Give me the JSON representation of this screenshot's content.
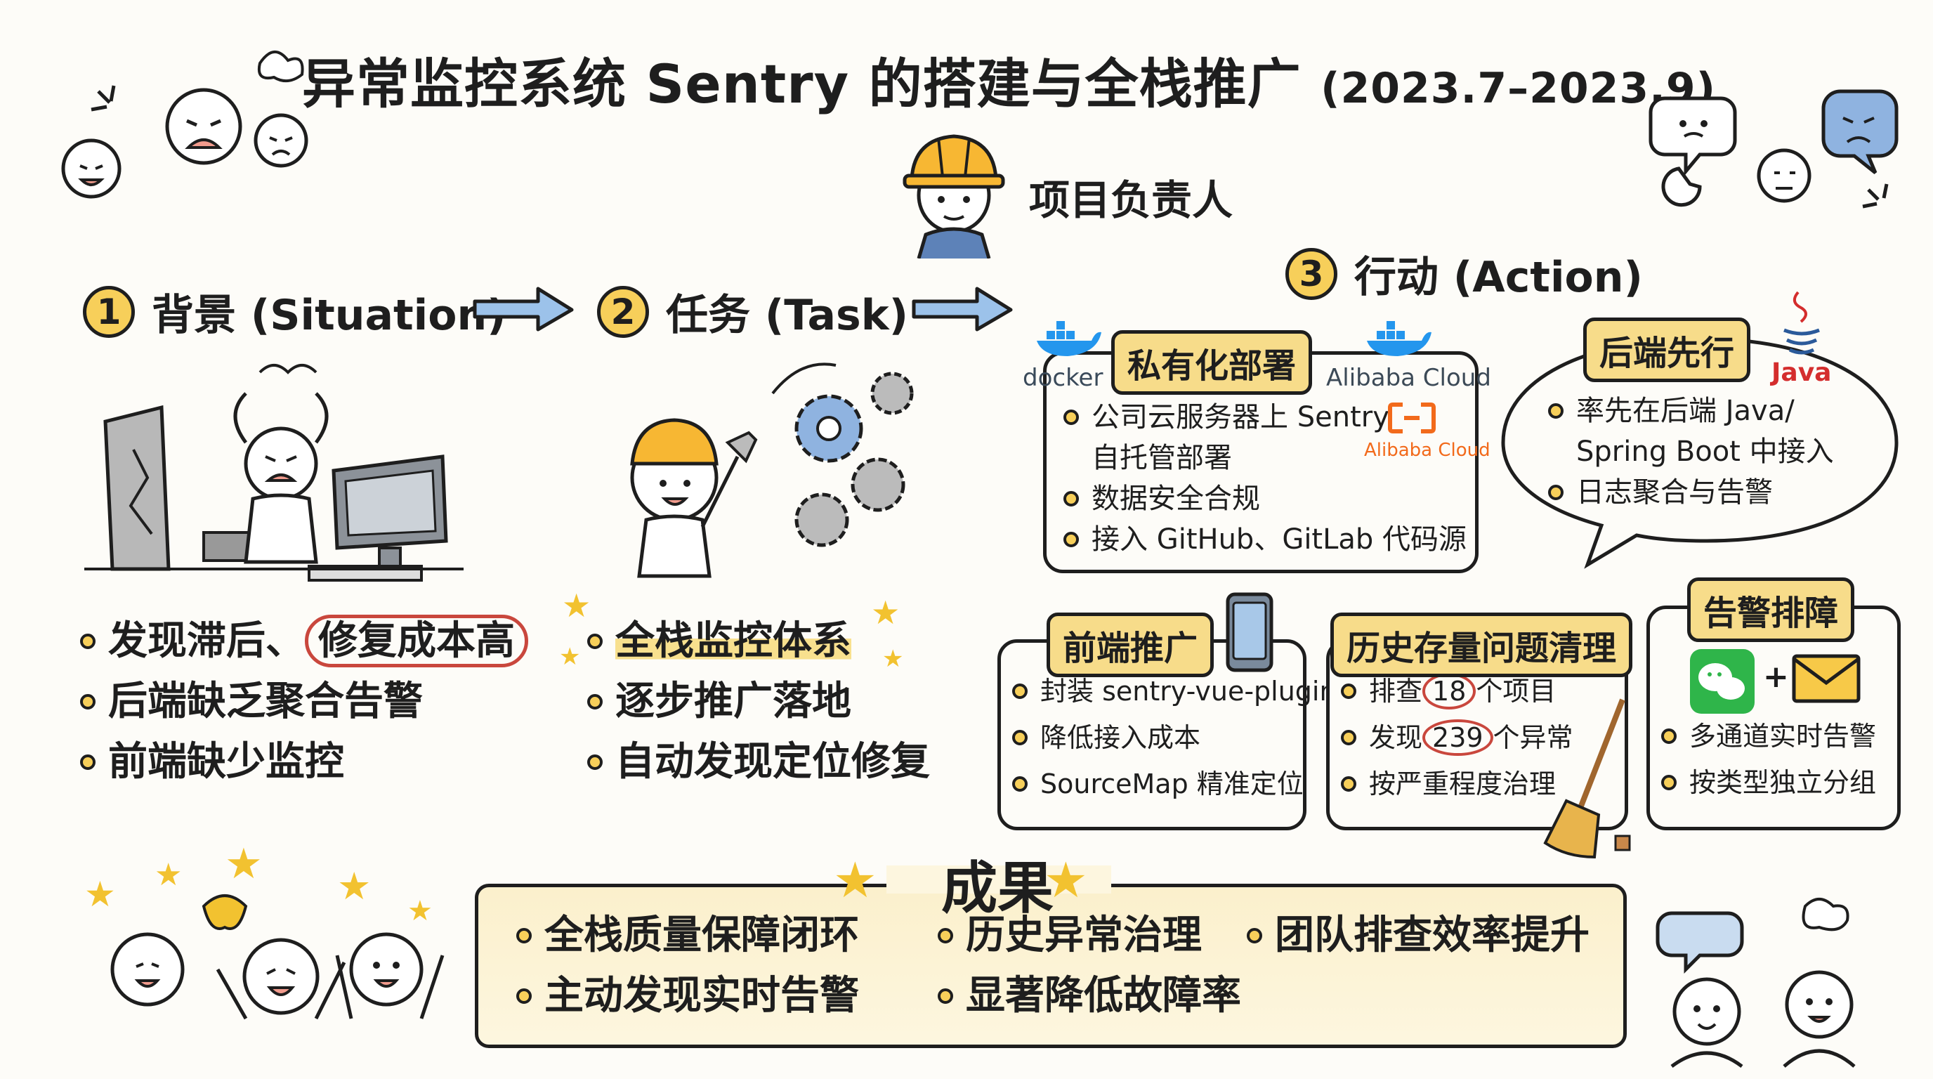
{
  "header": {
    "title": "异常监控系统 Sentry 的搭建与全栈推广",
    "date": "(2023.7–2023.9)",
    "owner": "项目负责人"
  },
  "situation": {
    "num": "1",
    "title": "背景 (Situation)",
    "items": [
      "发现滞后、",
      "修复成本高",
      "后端缺乏聚合告警",
      "前端缺少监控"
    ]
  },
  "task": {
    "num": "2",
    "title": "任务 (Task)",
    "items": [
      "全栈监控体系",
      "逐步推广落地",
      "自动发现定位修复"
    ]
  },
  "action": {
    "num": "3",
    "title": "行动 (Action)",
    "private_deploy": {
      "tag": "私有化部署",
      "docker": "docker",
      "alibaba": "Alibaba Cloud",
      "alibaba_small": "Alibaba Cloud",
      "items": [
        "公司云服务器上 Sentry",
        "自托管部署",
        "数据安全合规",
        "接入 GitHub、GitLab 代码源"
      ]
    },
    "backend_first": {
      "tag": "后端先行",
      "java": "Java",
      "items": [
        "率先在后端 Java/",
        "Spring Boot 中接入",
        "日志聚合与告警"
      ]
    },
    "frontend": {
      "tag": "前端推广",
      "items": [
        "封装 sentry-vue-plugin",
        "降低接入成本",
        "SourceMap 精准定位"
      ]
    },
    "history": {
      "tag": "历史存量问题清理",
      "item1_pre": "排查",
      "item1_num": "18",
      "item1_post": "个项目",
      "item2_pre": "发现",
      "item2_num": "239",
      "item2_post": "个异常",
      "item3": "按严重程度治理"
    },
    "alert": {
      "tag": "告警排障",
      "plus": "+",
      "items": [
        "多通道实时告警",
        "按类型独立分组"
      ]
    }
  },
  "result": {
    "title": "成果",
    "col1": [
      "全栈质量保障闭环",
      "主动发现实时告警"
    ],
    "col2": [
      "历史异常治理",
      "显著降低故障率"
    ],
    "col3": [
      "团队排查效率提升"
    ]
  }
}
